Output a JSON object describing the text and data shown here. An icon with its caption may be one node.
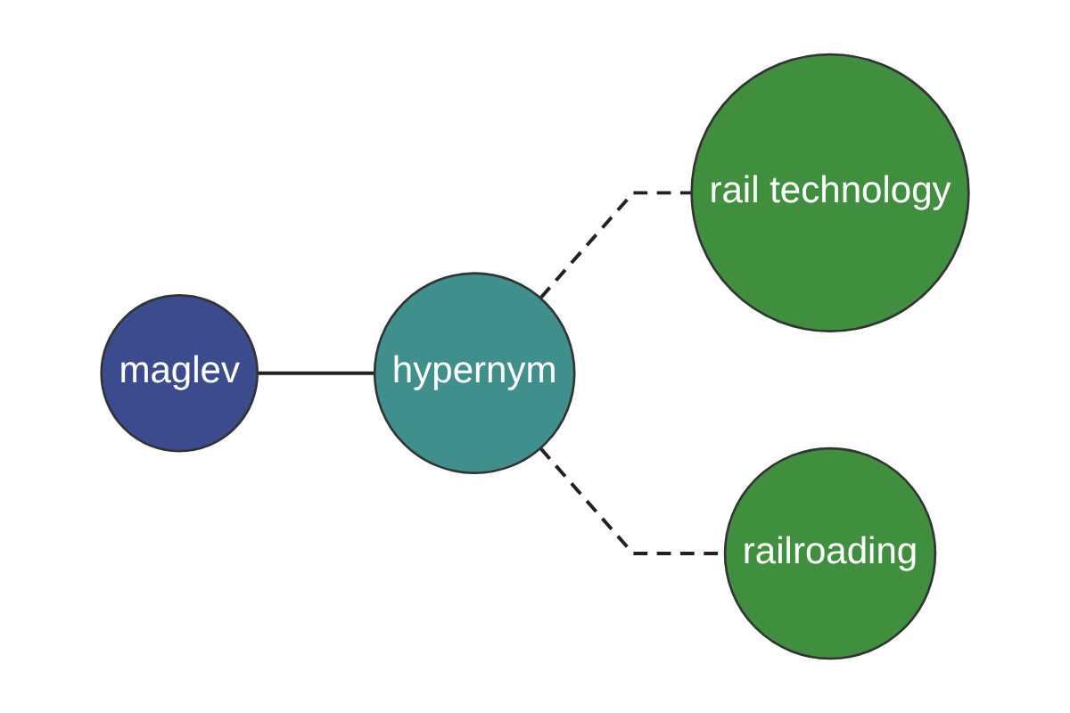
{
  "diagram": {
    "nodes": [
      {
        "text": [
          "maglev"
        ]
      },
      {
        "text": [
          "hypernym"
        ]
      },
      {
        "text": [
          "rail technology"
        ]
      },
      {
        "text": [
          "railroading"
        ]
      }
    ],
    "edges": [
      {
        "from": 0,
        "to": 1,
        "arrow": "none"
      },
      {
        "from": 1,
        "to": 2,
        "arrow": "none",
        "style": "dashed"
      },
      {
        "from": 1,
        "to": 3,
        "arrow": "none",
        "style": "dashed"
      }
    ]
  }
}
